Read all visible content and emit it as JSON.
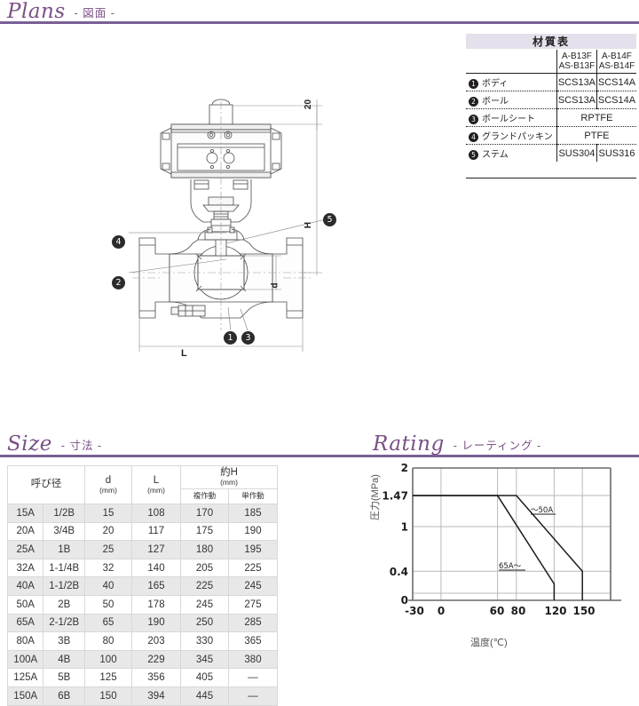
{
  "sections": {
    "plans": {
      "en": "Plans",
      "jp": "- 図面 -"
    },
    "size": {
      "en": "Size",
      "jp": "- 寸法 -"
    },
    "rating": {
      "en": "Rating",
      "jp": "- レーティング -"
    }
  },
  "materials_table": {
    "title": "材質表",
    "col_headers": [
      {
        "line1": "A-B13F",
        "line2": "AS-B13F"
      },
      {
        "line1": "A-B14F",
        "line2": "AS-B14F"
      }
    ],
    "rows": [
      {
        "no": "❶",
        "name": "ボディ",
        "v1": "SCS13A",
        "v2": "SCS14A",
        "merged": false
      },
      {
        "no": "❷",
        "name": "ボール",
        "v1": "SCS13A",
        "v2": "SCS14A",
        "merged": false
      },
      {
        "no": "❸",
        "name": "ボールシート",
        "v1": "RPTFE",
        "v2": "",
        "merged": true
      },
      {
        "no": "❹",
        "name": "グランドパッキン",
        "v1": "PTFE",
        "v2": "",
        "merged": true
      },
      {
        "no": "❺",
        "name": "ステム",
        "v1": "SUS304",
        "v2": "SUS316",
        "merged": false
      }
    ]
  },
  "size_table": {
    "headers": {
      "nominal": "呼び径",
      "d": "d",
      "d_unit": "(mm)",
      "L": "L",
      "L_unit": "(mm)",
      "H": "約H",
      "H_unit": "(mm)",
      "H_double": "複作動",
      "H_single": "単作動"
    },
    "rows": [
      {
        "a": "15A",
        "b": "1/2B",
        "d": "15",
        "L": "108",
        "hd": "170",
        "hs": "185"
      },
      {
        "a": "20A",
        "b": "3/4B",
        "d": "20",
        "L": "117",
        "hd": "175",
        "hs": "190"
      },
      {
        "a": "25A",
        "b": "1B",
        "d": "25",
        "L": "127",
        "hd": "180",
        "hs": "195"
      },
      {
        "a": "32A",
        "b": "1-1/4B",
        "d": "32",
        "L": "140",
        "hd": "205",
        "hs": "225"
      },
      {
        "a": "40A",
        "b": "1-1/2B",
        "d": "40",
        "L": "165",
        "hd": "225",
        "hs": "245"
      },
      {
        "a": "50A",
        "b": "2B",
        "d": "50",
        "L": "178",
        "hd": "245",
        "hs": "275"
      },
      {
        "a": "65A",
        "b": "2-1/2B",
        "d": "65",
        "L": "190",
        "hd": "250",
        "hs": "285"
      },
      {
        "a": "80A",
        "b": "3B",
        "d": "80",
        "L": "203",
        "hd": "330",
        "hs": "365"
      },
      {
        "a": "100A",
        "b": "4B",
        "d": "100",
        "L": "229",
        "hd": "345",
        "hs": "380"
      },
      {
        "a": "125A",
        "b": "5B",
        "d": "125",
        "L": "356",
        "hd": "405",
        "hs": "—"
      },
      {
        "a": "150A",
        "b": "6B",
        "d": "150",
        "L": "394",
        "hd": "445",
        "hs": "—"
      }
    ]
  },
  "drawing": {
    "dim_20": "20",
    "dim_H": "H",
    "dim_d": "d",
    "dim_L": "L",
    "callouts": [
      "1",
      "2",
      "3",
      "4",
      "5"
    ]
  },
  "chart_data": {
    "type": "line",
    "title": "Rating",
    "xlabel": "温度(℃)",
    "ylabel": "圧力(MPa)",
    "xlim": [
      -30,
      180
    ],
    "ylim": [
      0,
      2
    ],
    "xticks": [
      -30,
      0,
      60,
      80,
      120,
      150
    ],
    "xtick_labels": [
      "-30",
      "0",
      "60",
      "80",
      "120",
      "150"
    ],
    "yticks": [
      0,
      0.4,
      1,
      1.47,
      2
    ],
    "ytick_labels": [
      "0",
      "0.4",
      "1",
      "1.47",
      "2"
    ],
    "grid": true,
    "series": [
      {
        "name": "~50A",
        "label": "～50A",
        "points": [
          [
            -30,
            1.47
          ],
          [
            80,
            1.47
          ],
          [
            150,
            0.4
          ],
          [
            150,
            0
          ]
        ]
      },
      {
        "name": "65A~",
        "label": "65A～",
        "points": [
          [
            -30,
            1.47
          ],
          [
            60,
            1.47
          ],
          [
            120,
            0.27
          ],
          [
            120,
            0
          ]
        ]
      }
    ]
  }
}
